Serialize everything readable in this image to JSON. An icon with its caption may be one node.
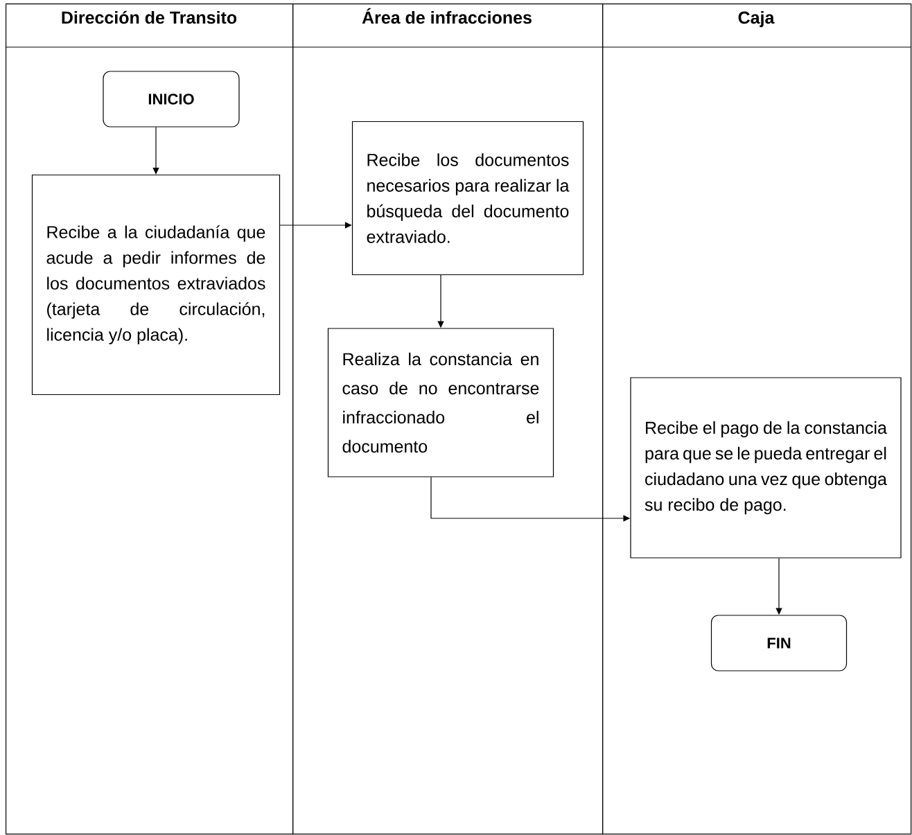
{
  "diagram": {
    "nodes": [
      {
        "text": [
          "Dirección de Transito"
        ]
      },
      {
        "text": [
          "Área de infracciones"
        ]
      },
      {
        "text": [
          "Caja"
        ]
      },
      {
        "text": [
          "INICIO"
        ],
        "in": 0
      },
      {
        "text": [
          "Recibe a la ciudadanía que acude a pedir informes de los documentos extraviados (tarjeta de circulación, licencia y/o placa)."
        ],
        "in": 0
      },
      {
        "text": [
          "Recibe los documentos necesarios para realizar la búsqueda del documento extraviado."
        ],
        "in": 1
      },
      {
        "text": [
          "Realiza la constancia en caso de no encontrarse infraccionado el documento"
        ],
        "in": 1
      },
      {
        "text": [
          "Recibe el pago de la constancia para que se le pueda entregar el ciudadano una vez que obtenga su recibo de pago."
        ],
        "in": 2
      },
      {
        "text": [
          "FIN"
        ],
        "in": 2
      }
    ],
    "edges": [
      {
        "from": 3,
        "to": 4,
        "arrow": "to"
      },
      {
        "from": 4,
        "to": 5,
        "arrow": "to"
      },
      {
        "from": 5,
        "to": 6,
        "arrow": "to"
      },
      {
        "from": 6,
        "to": 7,
        "arrow": "to"
      },
      {
        "from": 7,
        "to": 8,
        "arrow": "to"
      }
    ]
  }
}
